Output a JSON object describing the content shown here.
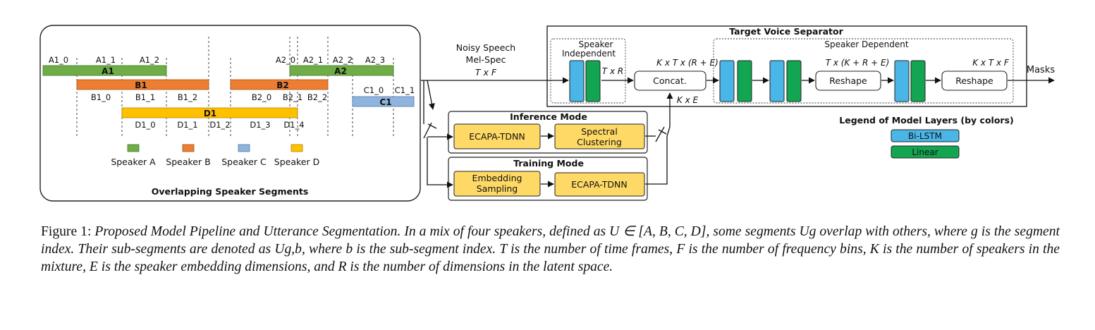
{
  "segments_panel": {
    "title": "Overlapping Speaker Segments",
    "bars": {
      "a1": "A1",
      "a2": "A2",
      "b1": "B1",
      "b2": "B2",
      "c1": "C1",
      "d1": "D1"
    },
    "sub_labels": {
      "a1_0": "A1_0",
      "a1_1": "A1_1",
      "a1_2": "A1_2",
      "a2_0": "A2_0",
      "a2_1": "A2_1",
      "a2_2": "A2_2",
      "a2_3": "A2_3",
      "b1_0": "B1_0",
      "b1_1": "B1_1",
      "b1_2": "B1_2",
      "b2_0": "B2_0",
      "b2_1": "B2_1",
      "b2_2": "B2_2",
      "c1_0": "C1_0",
      "c1_1": "C1_1",
      "d1_0": "D1_0",
      "d1_1": "D1_1",
      "d1_2": "D1_2",
      "d1_3": "D1_3",
      "d1_4": "D1_4"
    },
    "legend": [
      {
        "label": "Speaker A",
        "color": "#70ad47"
      },
      {
        "label": "Speaker B",
        "color": "#ed7d31"
      },
      {
        "label": "Speaker C",
        "color": "#8fb4de"
      },
      {
        "label": "Speaker D",
        "color": "#ffc000"
      }
    ]
  },
  "input": {
    "line1": "Noisy Speech",
    "line2": "Mel-Spec",
    "dims": "T x F"
  },
  "separator": {
    "title": "Target Voice Separator",
    "independent_label_line1": "Speaker",
    "independent_label_line2": "Independent",
    "dependent_label": "Speaker Dependent",
    "txr": "T x R",
    "concat_label": "Concat.",
    "concat_out": "K x T x (R + E)",
    "kxe": "K x E",
    "reshape1_label": "Reshape",
    "reshape1_out": "T x (K + R + E)",
    "reshape2_label": "Reshape",
    "reshape2_out": "K x T x F",
    "output": "Masks"
  },
  "inference": {
    "title": "Inference Mode",
    "box1": "ECAPA-TDNN",
    "box2_line1": "Spectral",
    "box2_line2": "Clustering"
  },
  "training": {
    "title": "Training Mode",
    "box1_line1": "Embedding",
    "box1_line2": "Sampling",
    "box2": "ECAPA-TDNN"
  },
  "layer_legend": {
    "title": "Legend of Model Layers (by colors)",
    "bilstm": "Bi-LSTM",
    "linear": "Linear",
    "bilstm_color": "#4ab6e8",
    "linear_color": "#12a552"
  },
  "caption": {
    "label": "Figure 1:",
    "text": "Proposed Model Pipeline and Utterance Segmentation. In a mix of four speakers, defined as U ∈ [A, B, C, D], some segments Ug overlap with others, where g is the segment index. Their sub-segments are denoted as Ug,b, where b is the sub-segment index. T is the number of time frames, F is the number of frequency bins, K is the number of speakers in the mixture, E is the speaker embedding dimensions, and R is the number of dimensions in the latent space."
  }
}
